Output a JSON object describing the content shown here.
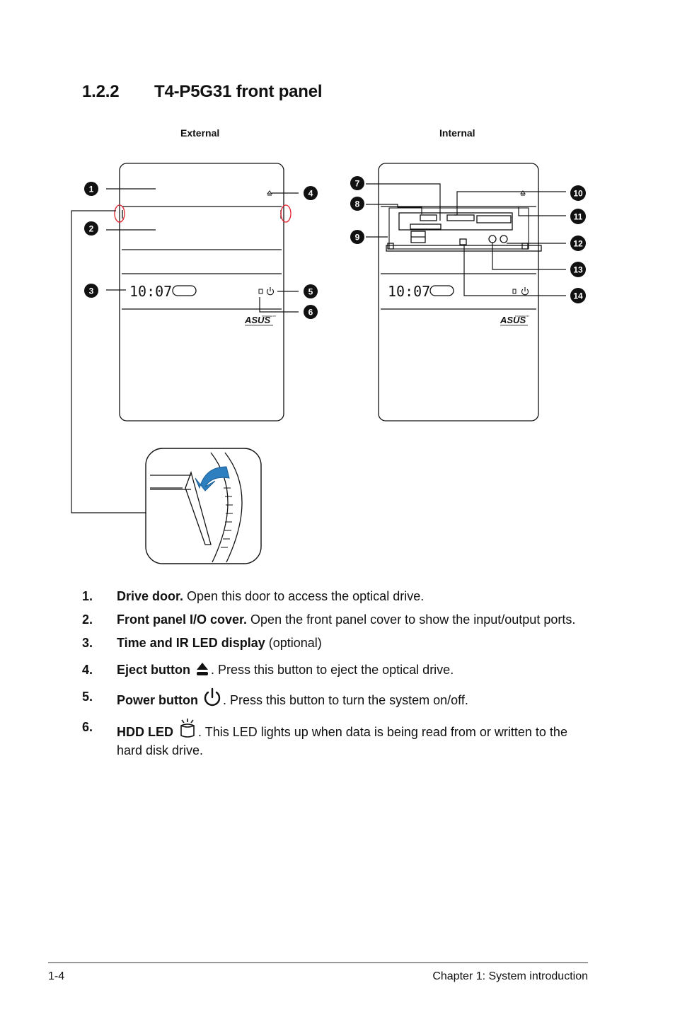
{
  "section": {
    "number": "1.2.2",
    "title": "T4-P5G31 front panel"
  },
  "figure": {
    "label_external": "External",
    "label_internal": "Internal",
    "display_time": "10:07",
    "callouts": [
      "1",
      "2",
      "3",
      "4",
      "5",
      "6",
      "7",
      "8",
      "9",
      "10",
      "11",
      "12",
      "13",
      "14"
    ]
  },
  "items": [
    {
      "num": "1.",
      "bold": "Drive door.",
      "text": " Open this door to access the optical drive."
    },
    {
      "num": "2.",
      "bold": "Front panel I/O cover.",
      "text": " Open the front panel cover to show the input/output ports."
    },
    {
      "num": "3.",
      "bold": "Time and IR LED display",
      "text": " (optional)"
    },
    {
      "num": "4.",
      "bold": "Eject button",
      "text": ". Press this button to eject the optical drive.",
      "icon": "eject-icon"
    },
    {
      "num": "5.",
      "bold": "Power button",
      "text": ". Press this button to turn the system on/off.",
      "icon": "power-icon"
    },
    {
      "num": "6.",
      "bold": "HDD LED",
      "text": ". This LED lights up when data is being read from or written to the hard disk drive.",
      "icon": "hdd-led-icon"
    }
  ],
  "footer": {
    "page": "1-4",
    "chapter": "Chapter 1: System introduction"
  }
}
